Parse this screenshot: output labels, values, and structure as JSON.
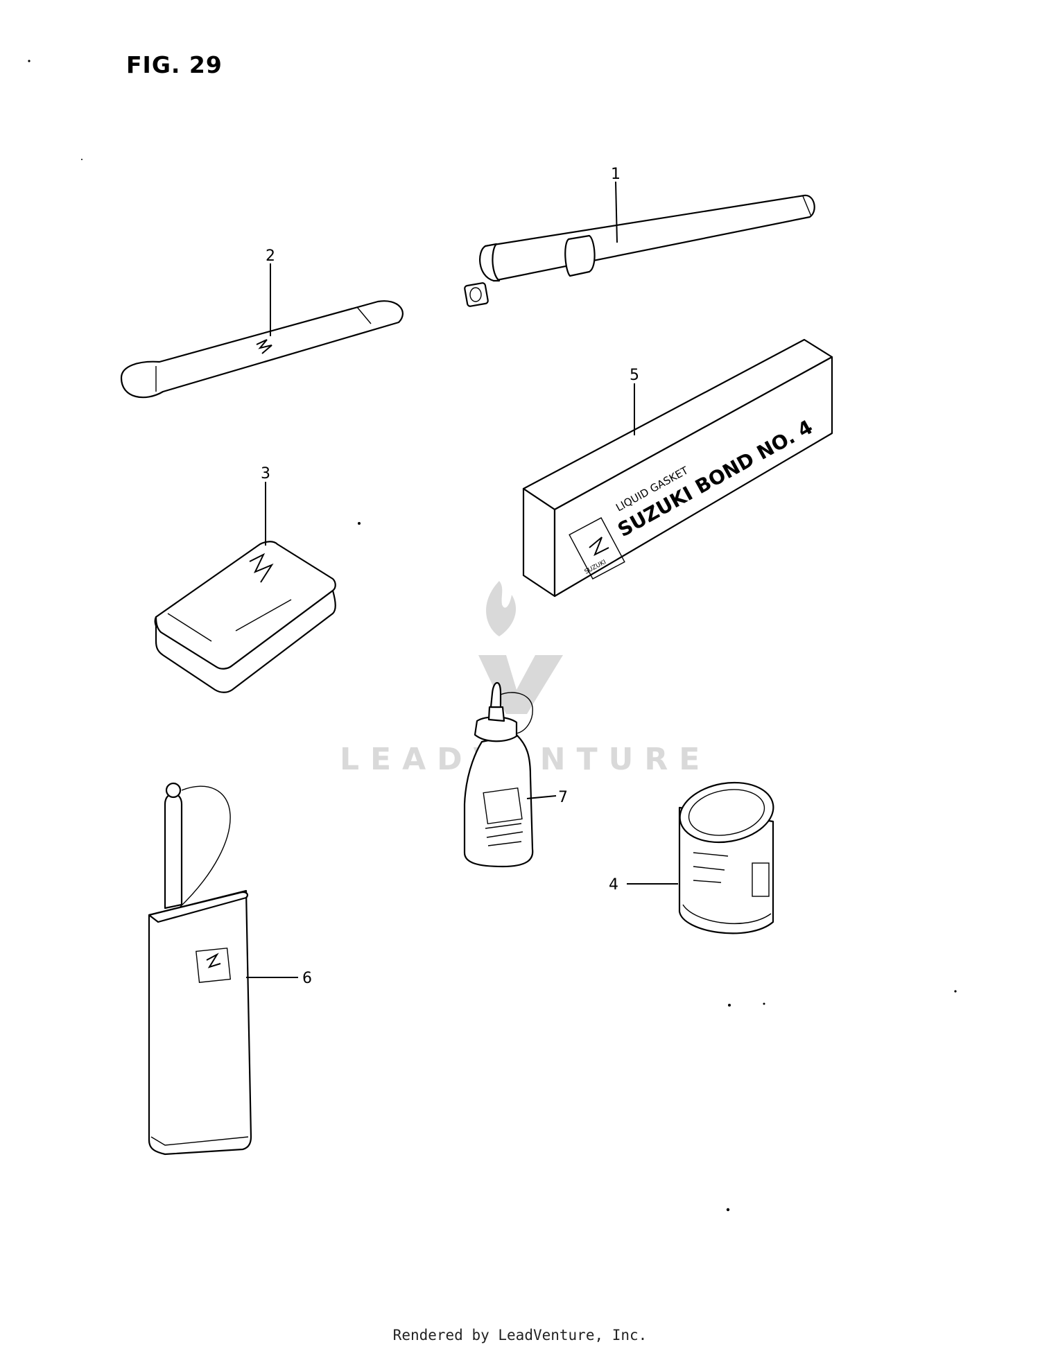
{
  "figure": {
    "title": "FIG. 29"
  },
  "callouts": [
    "1",
    "2",
    "3",
    "4",
    "5",
    "6",
    "7"
  ],
  "part_labels": {
    "bond_box_line1": "LIQUID GASKET",
    "bond_box_line2": "SUZUKI BOND NO. 4",
    "bond_box_brand": "SUZUKI"
  },
  "watermark": {
    "text": "LEADVENTURE"
  },
  "footer": {
    "text": "Rendered by LeadVenture, Inc."
  }
}
